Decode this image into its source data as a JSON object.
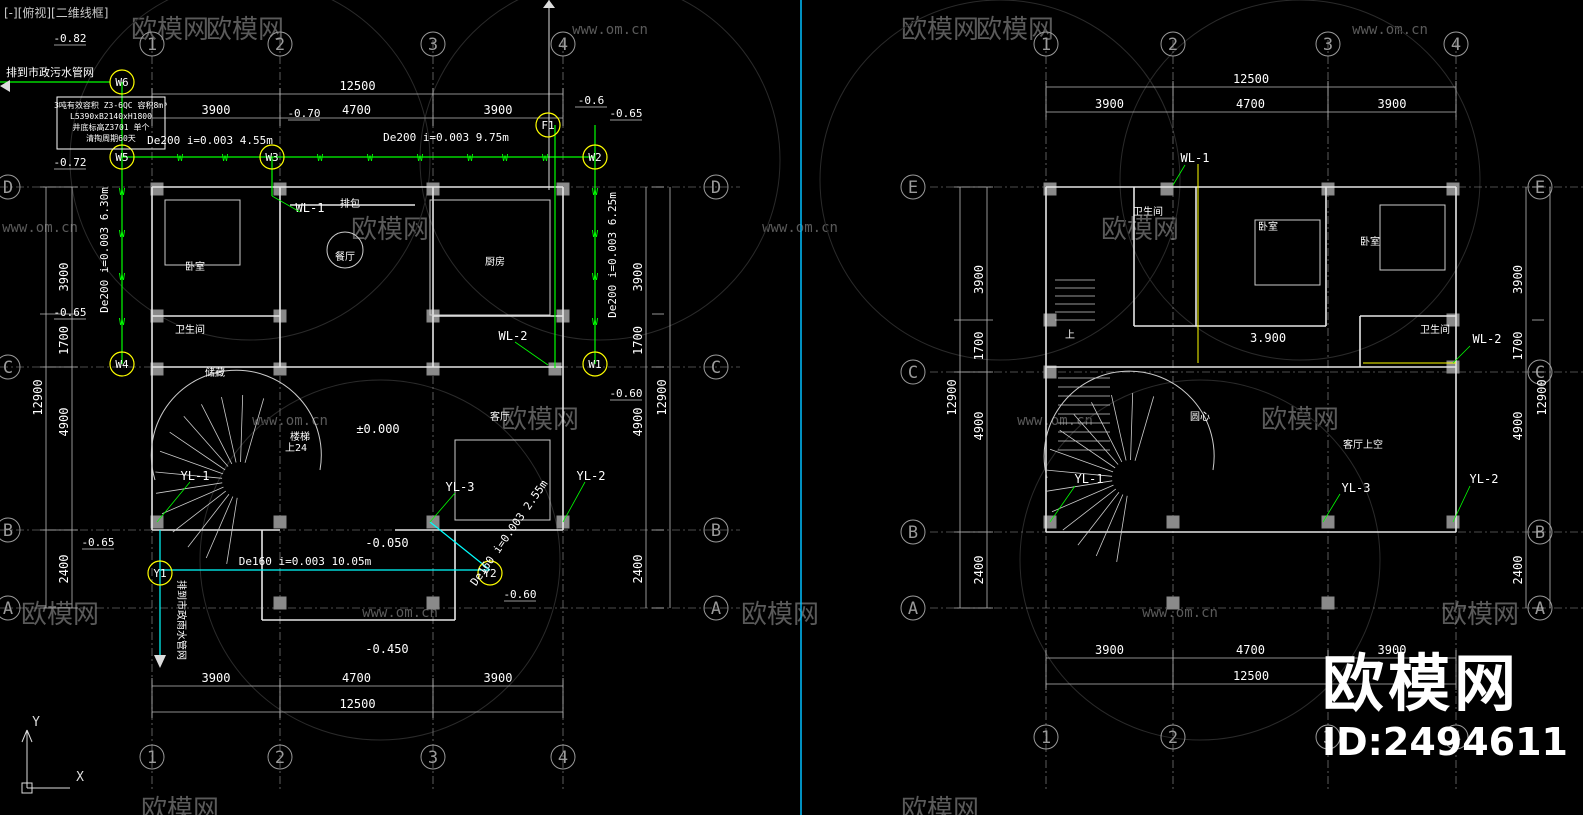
{
  "viewport_label": "[-][俯视][二维线框]",
  "watermark": {
    "brand": "欧模网",
    "site": "www.om.cn"
  },
  "brand_overlay": {
    "name": "欧模网",
    "id": "ID:2494611"
  },
  "colors": {
    "background": "#000000",
    "grid": "#9a9a9a",
    "wall": "#e6e6e6",
    "pipe_w": "#00ff00",
    "pipe_y": "#00ffff",
    "pipe_label": "#ffff00",
    "text": "#ffffff",
    "divider": "#00c0ff"
  },
  "left_plan": {
    "axes_top": [
      "1",
      "2",
      "3",
      "4"
    ],
    "axes_side": [
      "D",
      "C",
      "B",
      "A"
    ],
    "dims_top": {
      "total": "12500",
      "spans": [
        "3900",
        "4700",
        "3900"
      ]
    },
    "dims_bottom": {
      "total": "12500",
      "spans": [
        "3900",
        "4700",
        "3900"
      ]
    },
    "dims_left": {
      "total": "12900",
      "spans": [
        "3900",
        "1700",
        "4900",
        "2400"
      ]
    },
    "dims_right": {
      "total": "12900",
      "spans": [
        "3900",
        "1700",
        "4900",
        "2400"
      ]
    },
    "outlet_text": "排到市政污水管网",
    "outlet_text2": "排到市政雨水管网",
    "note_lines": [
      "3吨有效容积 Z3-6QC 容积8m³",
      "L5390xB2140xH1800",
      "井底标高Z3701 单个",
      "清掏周期60天"
    ],
    "wells": [
      {
        "id": "W6",
        "elev": "-0.82"
      },
      {
        "id": "W5",
        "elev": "-0.72"
      },
      {
        "id": "W3",
        "elev": "-0.70"
      },
      {
        "id": "F1",
        "elev": "-0.6"
      },
      {
        "id": "W2",
        "elev": "-0.65"
      },
      {
        "id": "W4",
        "elev": "-0.65"
      },
      {
        "id": "W1",
        "elev": "-0.60"
      },
      {
        "id": "Y1",
        "elev": "-0.65"
      },
      {
        "id": "Y2",
        "elev": "-0.60"
      }
    ],
    "pipe_labels": [
      "De200 i=0.003 4.55m",
      "De200 i=0.003 9.75m",
      "De200 i=0.003 6.30m",
      "De200 i=0.003 6.25m",
      "De160 i=0.003 10.05m",
      "De160 i=0.003 2.55m"
    ],
    "risers": [
      "WL-1",
      "WL-2",
      "YL-1",
      "YL-3",
      "YL-2"
    ],
    "rooms": [
      "卧室",
      "餐厅",
      "厨房",
      "卫生间",
      "客厅",
      "楼梯",
      "储藏",
      "排包"
    ],
    "levels": [
      "±0.000",
      "-0.050",
      "-0.450"
    ],
    "stair_note": "上24"
  },
  "right_plan": {
    "axes_top": [
      "1",
      "2",
      "3",
      "4"
    ],
    "axes_side": [
      "E",
      "C",
      "B",
      "A"
    ],
    "dims_top": {
      "total": "12500",
      "spans": [
        "3900",
        "4700",
        "3900"
      ]
    },
    "dims_bottom": {
      "total": "12500",
      "spans": [
        "3900",
        "4700",
        "3900"
      ]
    },
    "dims_left": {
      "total": "12900",
      "spans": [
        "3900",
        "1700",
        "4900",
        "2400"
      ]
    },
    "dims_right": {
      "total": "12900",
      "spans": [
        "3900",
        "1700",
        "4900",
        "2400"
      ]
    },
    "risers": [
      "WL-1",
      "WL-2",
      "YL-1",
      "YL-3",
      "YL-2"
    ],
    "rooms": [
      "卧室",
      "卧室",
      "卫生间",
      "卫生间",
      "客厅上空",
      "圆心",
      "上"
    ],
    "levels": [
      "3.900"
    ]
  },
  "ucs": {
    "x": "X",
    "y": "Y"
  }
}
